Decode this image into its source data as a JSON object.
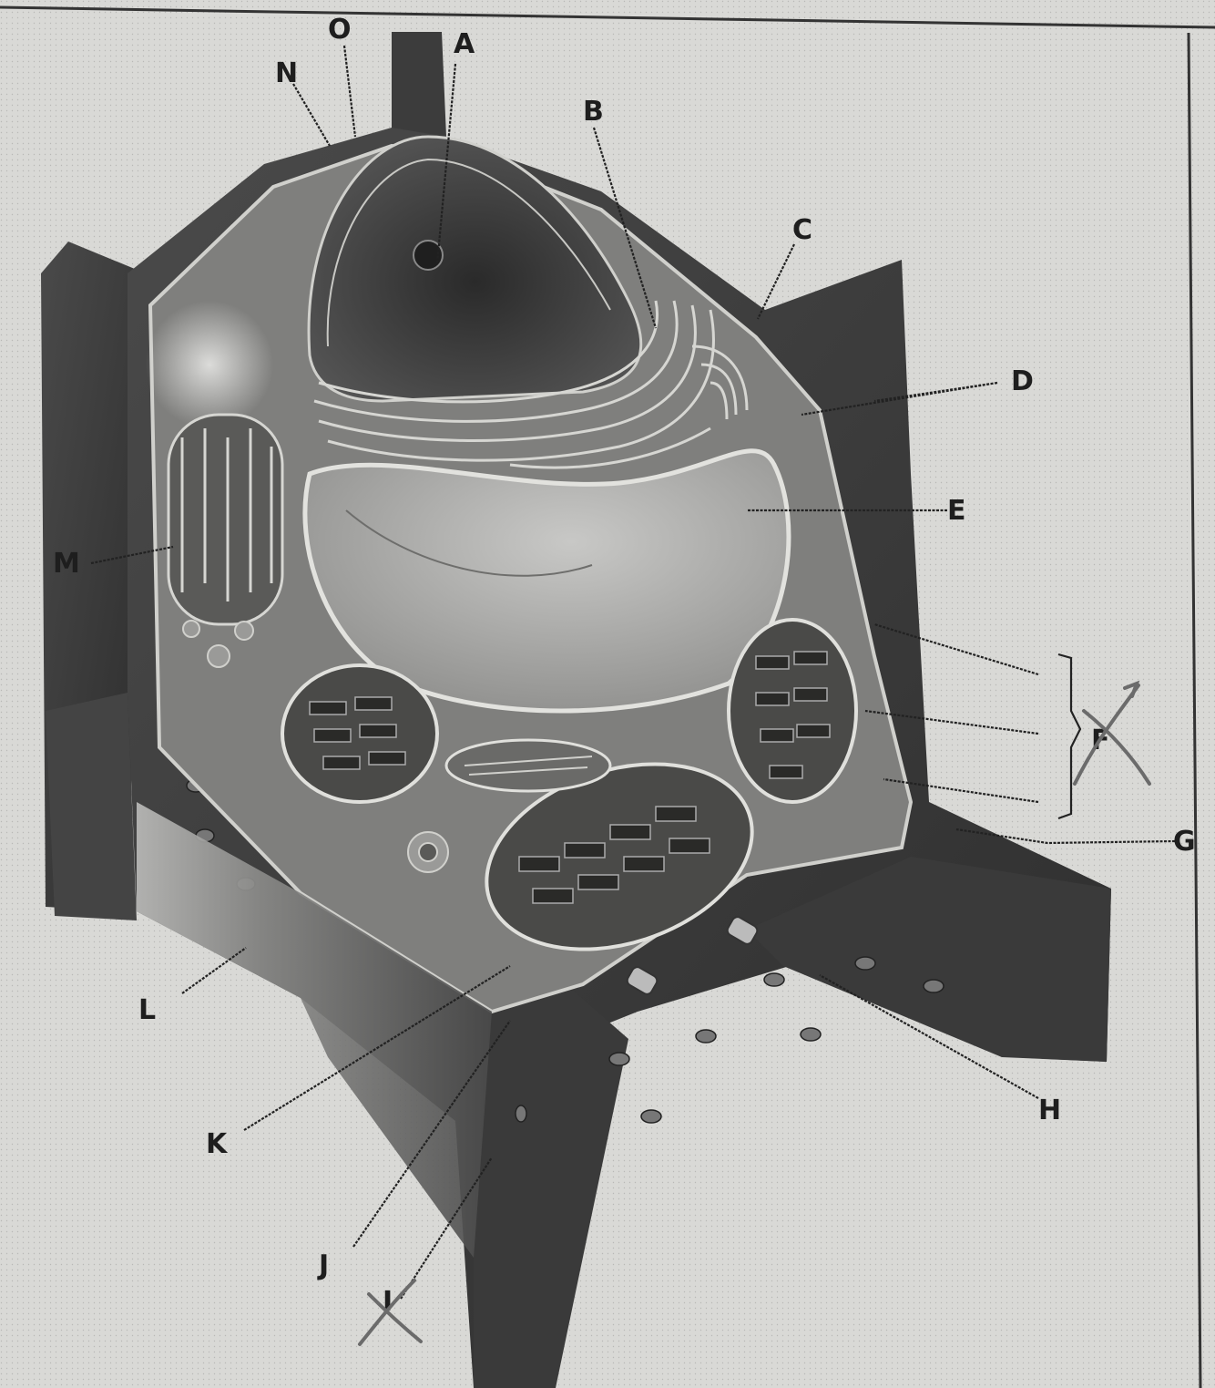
{
  "diagram": {
    "labels": {
      "A": "A",
      "B": "B",
      "C": "C",
      "D": "D",
      "E": "E",
      "F": "F",
      "G": "G",
      "H": "H",
      "I": "I",
      "J": "J",
      "K": "K",
      "L": "L",
      "M": "M",
      "N": "N",
      "O": "O"
    }
  },
  "colors": {
    "paper": "#d9d9d6",
    "wall_dark": "#3a3a3a",
    "wall_mid": "#555555",
    "cytoplasm": "#8a8a88",
    "vacuole": "#b2b2b0",
    "ink": "#1e1e1e",
    "pencil": "#6b6b6b"
  }
}
